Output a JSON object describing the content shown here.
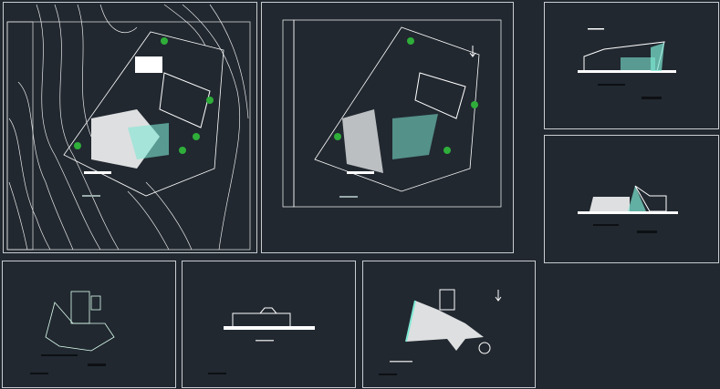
{
  "canvas": {
    "background": "#212830",
    "sheet_border": "#c9cdd0",
    "line": "#ffffff",
    "accent": "#7fe8d4",
    "tree": "#2fae3a"
  },
  "sheets": [
    {
      "id": "site-plan-contours"
    },
    {
      "id": "site-plan"
    },
    {
      "id": "elevation-front"
    },
    {
      "id": "elevation-side"
    },
    {
      "id": "foundation-plan"
    },
    {
      "id": "section"
    },
    {
      "id": "ground-floor-plan"
    }
  ]
}
